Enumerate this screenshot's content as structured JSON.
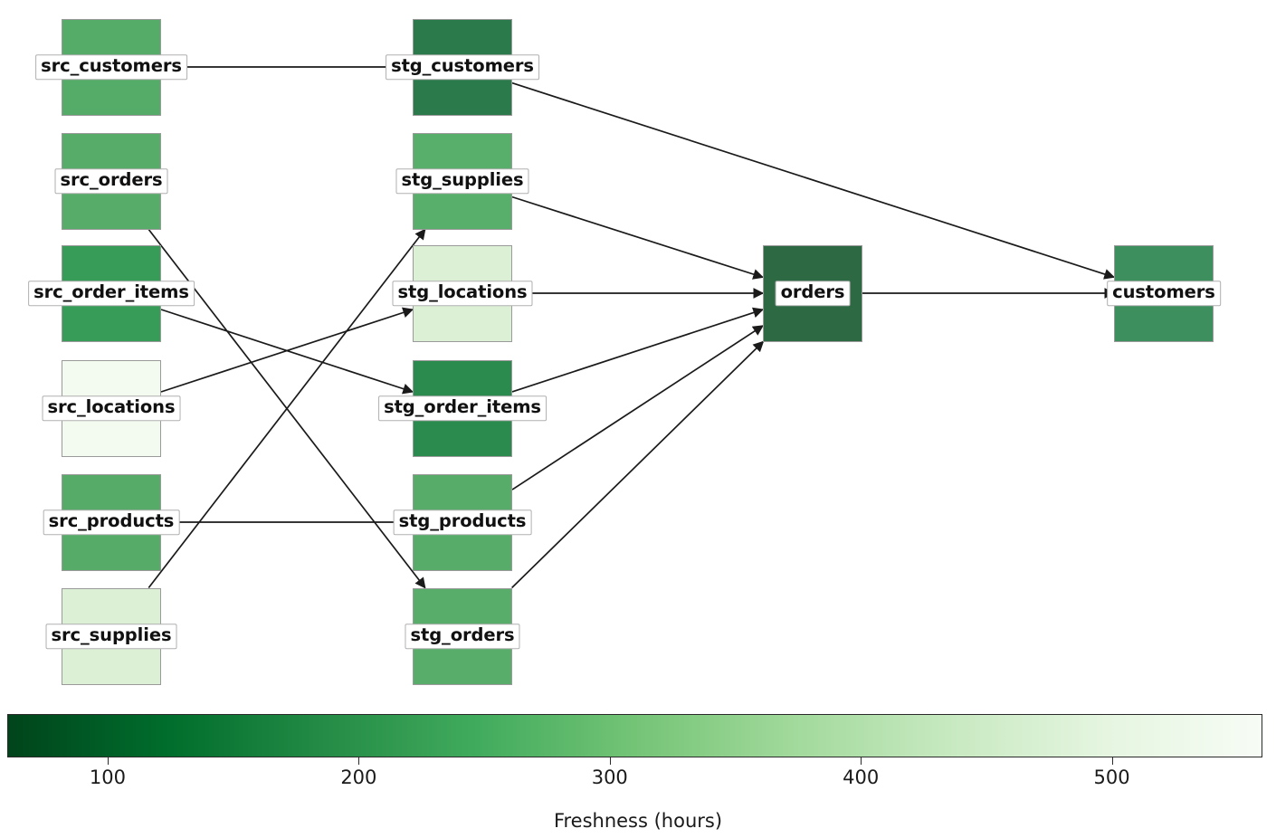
{
  "figure": {
    "type": "dag-lineage-graph",
    "background": "#ffffff"
  },
  "chart_data": {
    "type": "heatmap",
    "title": "",
    "xlabel": "",
    "ylabel": "",
    "colormap": "Greens_reversed",
    "colorbar": {
      "label": "Freshness (hours)",
      "orientation": "horizontal",
      "ticks": [
        100,
        200,
        300,
        400,
        500
      ],
      "tick_labels": [
        "100",
        "200",
        "300",
        "400",
        "500"
      ],
      "vmin": 60,
      "vmax": 560,
      "dark_color": "#00441b",
      "light_color": "#f7fcf5"
    },
    "nodes": [
      {
        "id": "src_customers",
        "label": "src_customers",
        "layer": 0,
        "row": 0,
        "freshness_hours": 265,
        "color": "#55ab68"
      },
      {
        "id": "src_orders",
        "label": "src_orders",
        "layer": 0,
        "row": 1,
        "freshness_hours": 262,
        "color": "#57ac6a"
      },
      {
        "id": "src_order_items",
        "label": "src_order_items",
        "layer": 0,
        "row": 2,
        "freshness_hours": 205,
        "color": "#389c59"
      },
      {
        "id": "src_locations",
        "label": "src_locations",
        "layer": 0,
        "row": 3,
        "freshness_hours": 548,
        "color": "#f3faf0"
      },
      {
        "id": "src_products",
        "label": "src_products",
        "layer": 0,
        "row": 4,
        "freshness_hours": 263,
        "color": "#56ab69"
      },
      {
        "id": "src_supplies",
        "label": "src_supplies",
        "layer": 0,
        "row": 5,
        "freshness_hours": 492,
        "color": "#dcf0d6"
      },
      {
        "id": "stg_customers",
        "label": "stg_customers",
        "layer": 1,
        "row": 0,
        "freshness_hours": 168,
        "color": "#2b7a4b"
      },
      {
        "id": "stg_supplies",
        "label": "stg_supplies",
        "layer": 1,
        "row": 1,
        "freshness_hours": 258,
        "color": "#58ae6b"
      },
      {
        "id": "stg_locations",
        "label": "stg_locations",
        "layer": 1,
        "row": 2,
        "freshness_hours": 489,
        "color": "#dcf0d6"
      },
      {
        "id": "stg_order_items",
        "label": "stg_order_items",
        "layer": 1,
        "row": 3,
        "freshness_hours": 185,
        "color": "#2b8a4e"
      },
      {
        "id": "stg_products",
        "label": "stg_products",
        "layer": 1,
        "row": 4,
        "freshness_hours": 259,
        "color": "#57ac6a"
      },
      {
        "id": "stg_orders",
        "label": "stg_orders",
        "layer": 1,
        "row": 5,
        "freshness_hours": 257,
        "color": "#58ad6b"
      },
      {
        "id": "orders",
        "label": "orders",
        "layer": 2,
        "row": 2,
        "freshness_hours": 152,
        "color": "#2d6a43"
      },
      {
        "id": "customers",
        "label": "customers",
        "layer": 3,
        "row": 2,
        "freshness_hours": 237,
        "color": "#3d8f5d"
      }
    ],
    "edges": [
      {
        "from": "src_customers",
        "to": "stg_customers"
      },
      {
        "from": "src_orders",
        "to": "stg_orders"
      },
      {
        "from": "src_order_items",
        "to": "stg_order_items"
      },
      {
        "from": "src_locations",
        "to": "stg_locations"
      },
      {
        "from": "src_products",
        "to": "stg_products"
      },
      {
        "from": "src_supplies",
        "to": "stg_supplies"
      },
      {
        "from": "stg_supplies",
        "to": "orders"
      },
      {
        "from": "stg_locations",
        "to": "orders"
      },
      {
        "from": "stg_order_items",
        "to": "orders"
      },
      {
        "from": "stg_products",
        "to": "orders"
      },
      {
        "from": "stg_orders",
        "to": "orders"
      },
      {
        "from": "stg_customers",
        "to": "customers"
      },
      {
        "from": "orders",
        "to": "customers"
      }
    ]
  },
  "colorbar_axis": {
    "label": "Freshness (hours)",
    "tick_labels": [
      "100",
      "200",
      "300",
      "400",
      "500"
    ]
  }
}
